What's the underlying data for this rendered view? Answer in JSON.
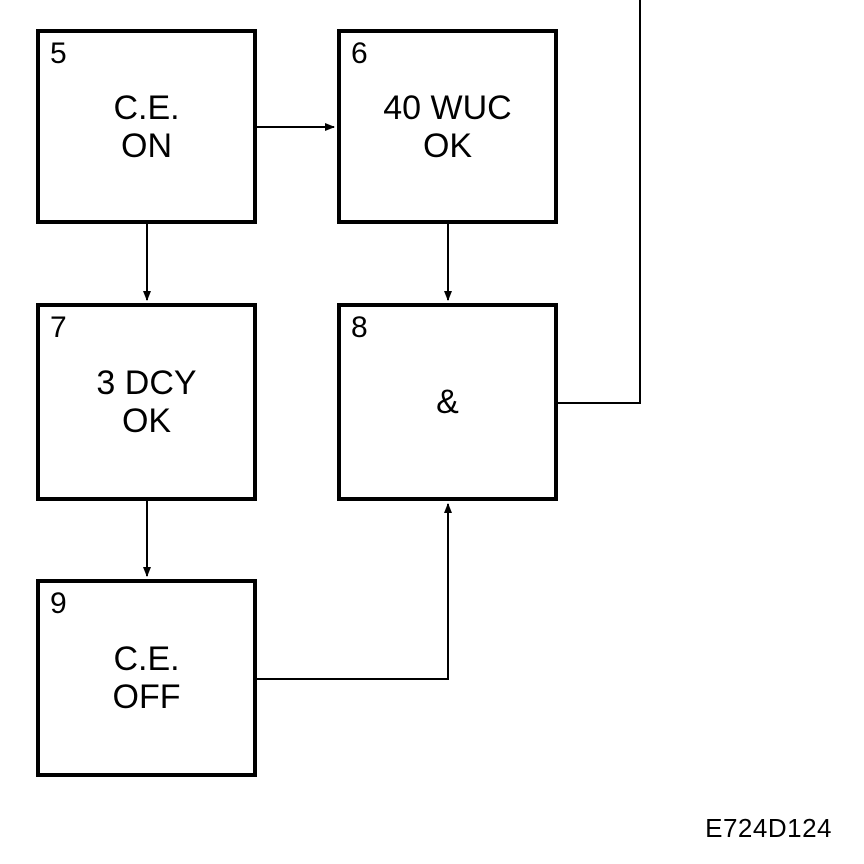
{
  "blocks": [
    {
      "id": "5",
      "label": "C.E.\nON"
    },
    {
      "id": "6",
      "label": "40 WUC\nOK"
    },
    {
      "id": "7",
      "label": "3 DCY\nOK"
    },
    {
      "id": "8",
      "label": "&"
    },
    {
      "id": "9",
      "label": "C.E.\nOFF"
    }
  ],
  "connections": [
    {
      "from": "5",
      "to": "6"
    },
    {
      "from": "5",
      "to": "7"
    },
    {
      "from": "6",
      "to": "8"
    },
    {
      "from": "7",
      "to": "9"
    },
    {
      "from": "9",
      "to": "8"
    },
    {
      "from": "8",
      "to": "offscreen-top"
    }
  ],
  "figure_code": "E724D124",
  "colors": {
    "line": "#000000",
    "background": "#ffffff"
  }
}
